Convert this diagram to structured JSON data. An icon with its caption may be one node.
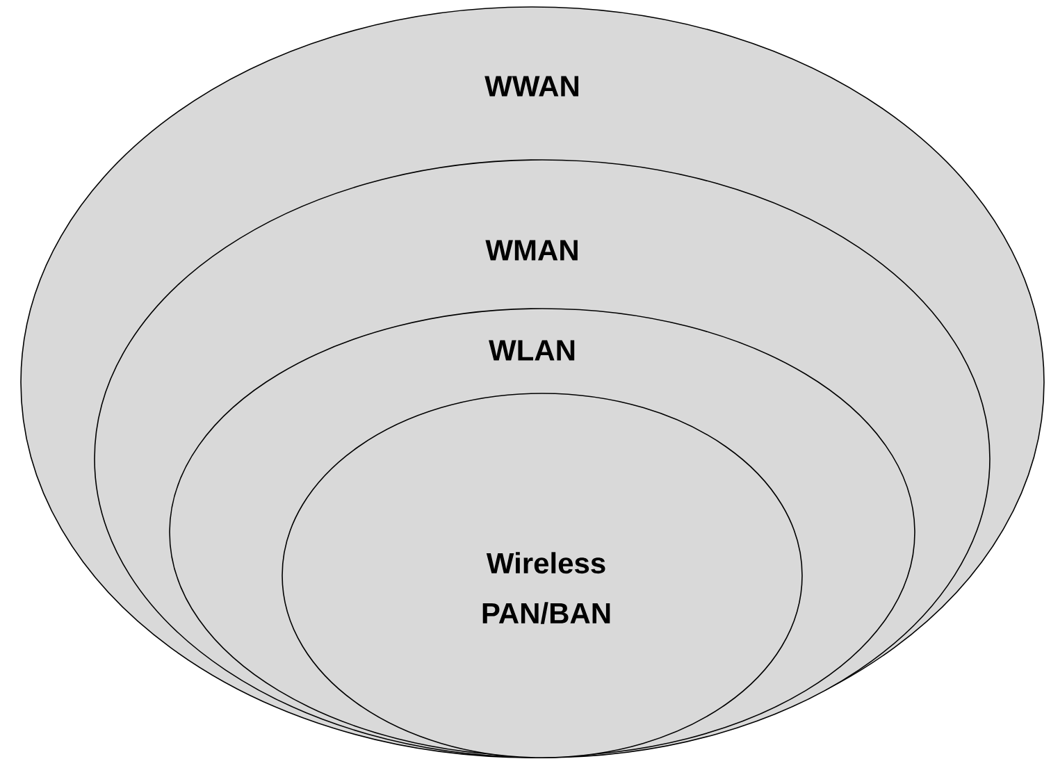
{
  "diagram": {
    "nodes": [
      {
        "text": [
          "WWAN"
        ]
      },
      {
        "text": [
          "WMAN"
        ],
        "in": 0
      },
      {
        "text": [
          "WLAN"
        ],
        "in": 1
      },
      {
        "text": [
          "Wireless PAN/BAN"
        ],
        "in": 2
      }
    ]
  }
}
